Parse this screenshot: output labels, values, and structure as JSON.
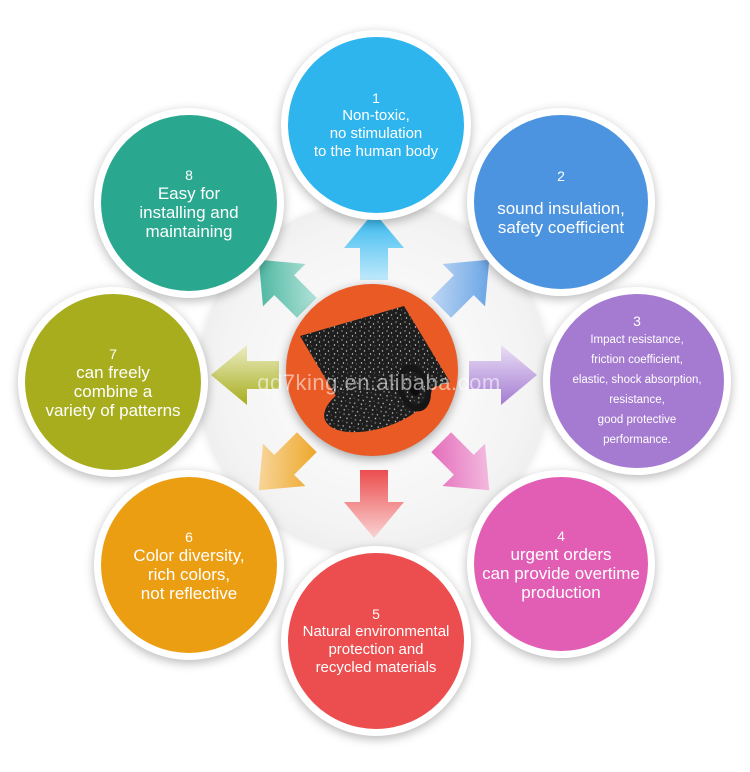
{
  "watermark": "qd7king.en.alibaba.com",
  "nodes": [
    {
      "number": "1",
      "text": "Non-toxic,\nno stimulation\nto the human body",
      "color": "#2fb5ee"
    },
    {
      "number": "2",
      "text": "sound insulation,\nsafety coefficient",
      "color": "#4c94df"
    },
    {
      "number": "3",
      "text": "Impact resistance,\nfriction coefficient,\nelastic, shock  absorption,\nresistance,\ngood protective\nperformance.",
      "color": "#a47bd1"
    },
    {
      "number": "4",
      "text": "urgent orders\ncan provide overtime\nproduction",
      "color": "#e25db4"
    },
    {
      "number": "5",
      "text": "Natural environmental\nprotection and\nrecycled materials",
      "color": "#ec4d4e"
    },
    {
      "number": "6",
      "text": "Color diversity,\nrich colors,\nnot reflective",
      "color": "#ec9e13"
    },
    {
      "number": "7",
      "text": "can freely\ncombine a\nvariety of patterns",
      "color": "#a7ad1c"
    },
    {
      "number": "8",
      "text": "Easy for\ninstalling and\nmaintaining",
      "color": "#2aa88f"
    }
  ],
  "center": {
    "color": "#e95a25"
  }
}
